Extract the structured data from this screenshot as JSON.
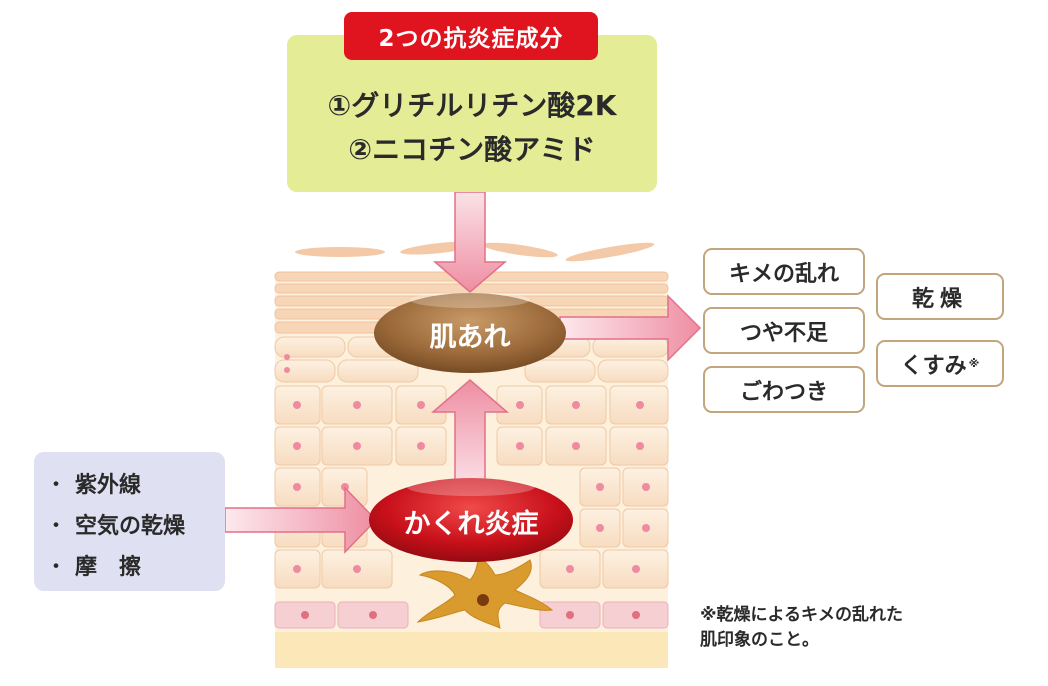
{
  "ingredients": {
    "label": "2つの抗炎症成分",
    "items": [
      "①グリチルリチン酸2K",
      "②ニコチン酸アミド"
    ]
  },
  "center": {
    "skin_roughness": "肌あれ",
    "hidden_inflammation": "かくれ炎症"
  },
  "causes": [
    {
      "bullet": "・",
      "label": "紫外線"
    },
    {
      "bullet": "・",
      "label": "空気の乾燥"
    },
    {
      "bullet": "・",
      "label": "摩　擦"
    }
  ],
  "symptoms": {
    "kime": "キメの乱れ",
    "tsuya": "つや不足",
    "gowatsuki": "ごわつき",
    "kanso": "乾燥",
    "kusumi": "くすみ",
    "kusumi_mark": "※"
  },
  "footnote": [
    "※乾燥によるキメの乱れた",
    "肌印象のこと。"
  ],
  "colors": {
    "ingredients_bg": "#e4ec96",
    "label_red": "#e0141f",
    "oval_brown": "#9c6a3a",
    "oval_red": "#c8101a",
    "arrow_pink": "#f0a0b0",
    "causes_bg": "#dfe1f2",
    "tag_border": "#c2a57d",
    "skin_cell": "#fbe6cf",
    "nucleus_pink": "#f08aa0",
    "melanocyte": "#d99a2e"
  }
}
